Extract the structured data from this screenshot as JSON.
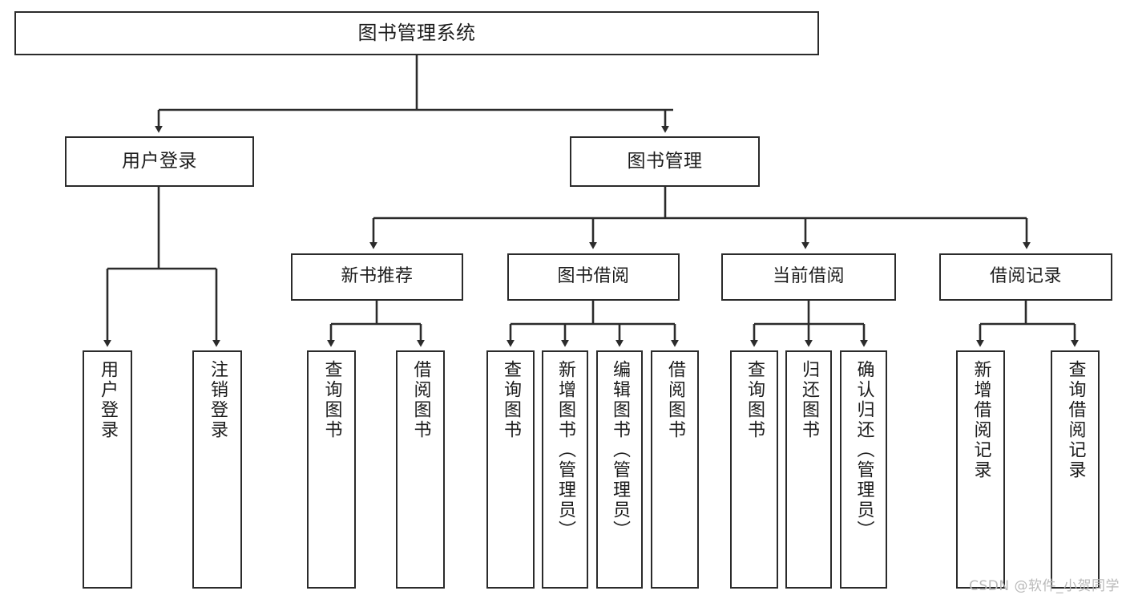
{
  "diagram": {
    "title": "图书管理系统",
    "type": "tree-hierarchy",
    "watermark": "CSDN @软件_小贺同学",
    "root": {
      "id": "root",
      "label": "图书管理系统"
    },
    "level2": [
      {
        "id": "user-login",
        "label": "用户登录"
      },
      {
        "id": "book-manage",
        "label": "图书管理"
      }
    ],
    "level3": [
      {
        "id": "new-book-recommend",
        "label": "新书推荐",
        "parent": "book-manage"
      },
      {
        "id": "book-borrow",
        "label": "图书借阅",
        "parent": "book-manage"
      },
      {
        "id": "current-borrow",
        "label": "当前借阅",
        "parent": "book-manage"
      },
      {
        "id": "borrow-record",
        "label": "借阅记录",
        "parent": "book-manage"
      }
    ],
    "leaves": [
      {
        "id": "leaf-user-login",
        "label": "用户登录",
        "parent": "user-login"
      },
      {
        "id": "leaf-logout-login",
        "label": "注销登录",
        "parent": "user-login"
      },
      {
        "id": "leaf-query-book-1",
        "label": "查询图书",
        "parent": "new-book-recommend"
      },
      {
        "id": "leaf-borrow-book-1",
        "label": "借阅图书",
        "parent": "new-book-recommend"
      },
      {
        "id": "leaf-query-book-2",
        "label": "查询图书",
        "parent": "book-borrow"
      },
      {
        "id": "leaf-add-book",
        "label": "新增图书（管理员）",
        "parent": "book-borrow"
      },
      {
        "id": "leaf-edit-book",
        "label": "编辑图书（管理员）",
        "parent": "book-borrow"
      },
      {
        "id": "leaf-borrow-book-2",
        "label": "借阅图书",
        "parent": "book-borrow"
      },
      {
        "id": "leaf-query-book-3",
        "label": "查询图书",
        "parent": "current-borrow"
      },
      {
        "id": "leaf-return-book",
        "label": "归还图书",
        "parent": "current-borrow"
      },
      {
        "id": "leaf-confirm-return",
        "label": "确认归还（管理员）",
        "parent": "current-borrow"
      },
      {
        "id": "leaf-add-record",
        "label": "新增借阅记录",
        "parent": "borrow-record"
      },
      {
        "id": "leaf-query-record",
        "label": "查询借阅记录",
        "parent": "borrow-record"
      }
    ],
    "colors": {
      "stroke": "#2b2b2b",
      "fill": "#ffffff",
      "text": "#1c1c1c",
      "watermark": "#b9b9b9"
    }
  }
}
